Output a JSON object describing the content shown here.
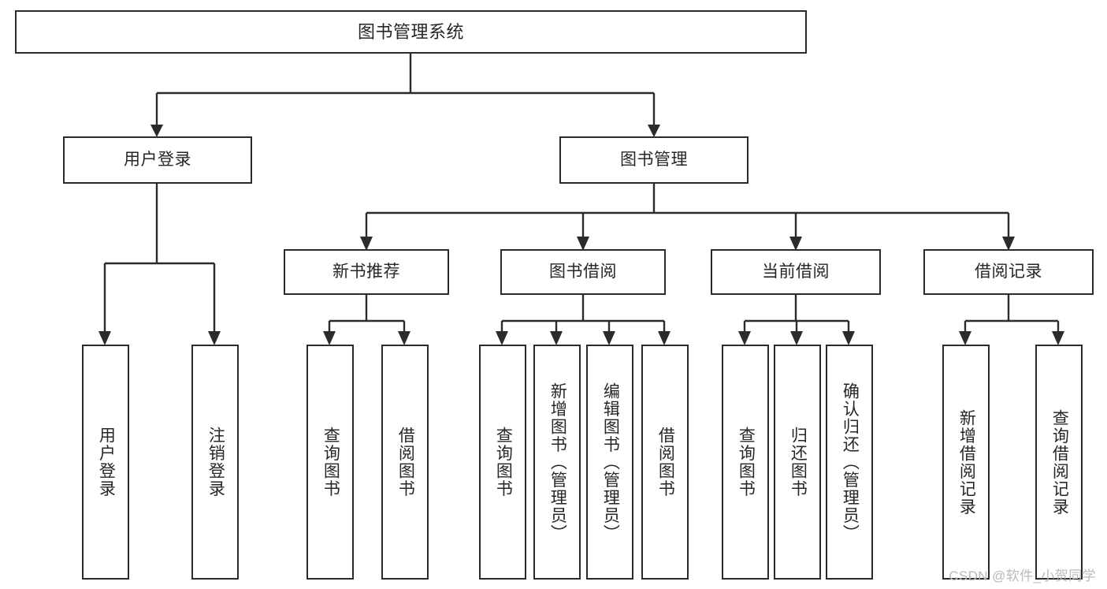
{
  "diagram": {
    "type": "tree-hierarchy-chart",
    "title": "图书管理系统",
    "orientation": "top-down",
    "colors": {
      "stroke": "#2b2b2b",
      "box_fill": "#ffffff",
      "text": "#262626",
      "background": "#ffffff",
      "watermark": "#b9b9b9"
    },
    "levels": {
      "root": {
        "label": "图书管理系统"
      },
      "level2": [
        {
          "label": "用户登录"
        },
        {
          "label": "图书管理"
        }
      ],
      "level3": [
        {
          "label": "新书推荐"
        },
        {
          "label": "图书借阅"
        },
        {
          "label": "当前借阅"
        },
        {
          "label": "借阅记录"
        }
      ],
      "leaves": {
        "user_login": [
          {
            "label": "用户登录"
          },
          {
            "label": "注销登录"
          }
        ],
        "new_book_recommend": [
          {
            "label": "查询图书"
          },
          {
            "label": "借阅图书"
          }
        ],
        "book_borrow": [
          {
            "label": "查询图书"
          },
          {
            "label": "新增图书（管理员）"
          },
          {
            "label": "编辑图书（管理员）"
          },
          {
            "label": "借阅图书"
          }
        ],
        "current_borrow": [
          {
            "label": "查询图书"
          },
          {
            "label": "归还图书"
          },
          {
            "label": "确认归还（管理员）"
          }
        ],
        "borrow_record": [
          {
            "label": "新增借阅记录"
          },
          {
            "label": "查询借阅记录"
          }
        ]
      }
    }
  },
  "watermark": {
    "text": "CSDN @软件_小贺同学"
  }
}
